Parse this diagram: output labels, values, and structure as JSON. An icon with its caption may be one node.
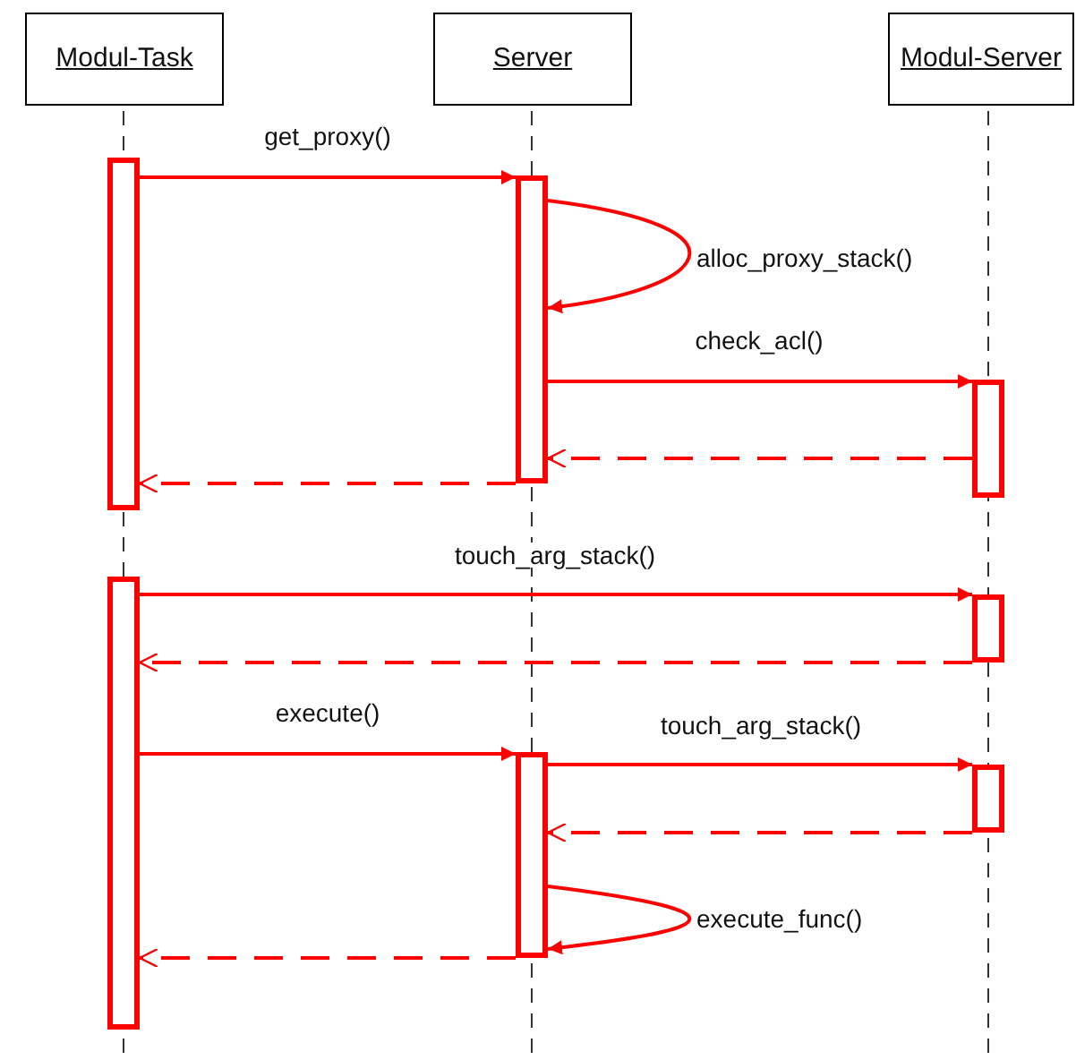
{
  "diagram": {
    "nodes": [
      {
        "text": [
          "Modul-Task"
        ]
      },
      {
        "text": [
          "Server"
        ]
      },
      {
        "text": [
          "Modul-Server"
        ]
      },
      {
        "text": [],
        "shape": "bar"
      },
      {
        "text": [],
        "shape": "bar"
      },
      {
        "text": [],
        "shape": "bar"
      },
      {
        "text": [],
        "shape": "bar"
      },
      {
        "text": [],
        "shape": "bar"
      },
      {
        "text": [],
        "shape": "bar"
      },
      {
        "text": [],
        "shape": "bar"
      }
    ],
    "edges": [
      {
        "from": 3,
        "to": 4,
        "arrow": "to",
        "label": "get_proxy()"
      },
      {
        "from": 4,
        "to": 4,
        "arrow": "to",
        "label": "alloc_proxy_stack()"
      },
      {
        "from": 4,
        "to": 5,
        "arrow": "to",
        "label": "check_acl()"
      },
      {
        "from": 5,
        "to": 4,
        "arrow": "to",
        "style": "dashed"
      },
      {
        "from": 4,
        "to": 3,
        "arrow": "to",
        "style": "dashed"
      },
      {
        "from": 6,
        "to": 7,
        "arrow": "to",
        "label": "touch_arg_stack()"
      },
      {
        "from": 7,
        "to": 6,
        "arrow": "to",
        "style": "dashed"
      },
      {
        "from": 6,
        "to": 8,
        "arrow": "to",
        "label": "execute()"
      },
      {
        "from": 8,
        "to": 9,
        "arrow": "to",
        "label": "touch_arg_stack()"
      },
      {
        "from": 9,
        "to": 8,
        "arrow": "to",
        "style": "dashed"
      },
      {
        "from": 8,
        "to": 8,
        "arrow": "to",
        "label": "execute_func()"
      },
      {
        "from": 8,
        "to": 6,
        "arrow": "to",
        "style": "dashed"
      }
    ]
  }
}
